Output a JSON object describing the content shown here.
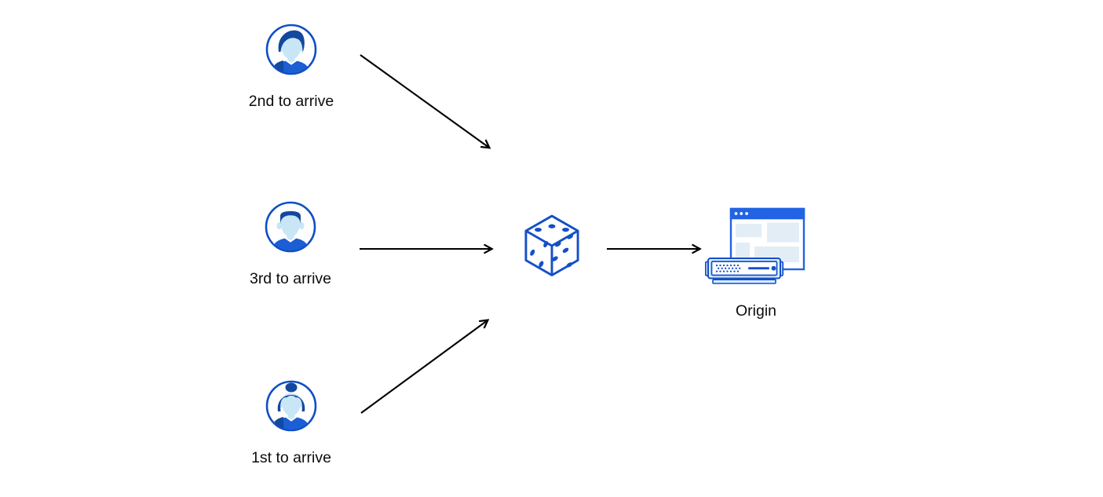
{
  "diagram": {
    "clients": [
      {
        "label": "2nd to arrive",
        "icon": "user-avatar-male-swept-hair-icon"
      },
      {
        "label": "3rd to arrive",
        "icon": "user-avatar-male-flat-hair-icon"
      },
      {
        "label": "1st to arrive",
        "icon": "user-avatar-female-bun-icon"
      }
    ],
    "randomizer": {
      "icon": "dice-icon"
    },
    "origin": {
      "label": "Origin",
      "icon": "origin-server-icon"
    },
    "arrows": [
      {
        "from": "client-2nd-to-arrive",
        "to": "dice"
      },
      {
        "from": "client-3rd-to-arrive",
        "to": "dice"
      },
      {
        "from": "client-1st-to-arrive",
        "to": "dice"
      },
      {
        "from": "dice",
        "to": "origin"
      }
    ]
  },
  "colors": {
    "primary_blue": "#1450c8",
    "avatar_ring_blue": "#0e4fc4",
    "titlebar_blue": "#2263e4",
    "hair_navy": "#14489e",
    "shirt_blue": "#1c5ed3",
    "shirt_shadow_blue": "#124a9e",
    "skin_light_blue": "#c9e6f7",
    "server_casing_blue": "#d6ecfa",
    "browser_pane_blue": "#e3edf5",
    "arrow_black": "#000000",
    "label_text": "#0c0c0c",
    "background": "#ffffff"
  }
}
